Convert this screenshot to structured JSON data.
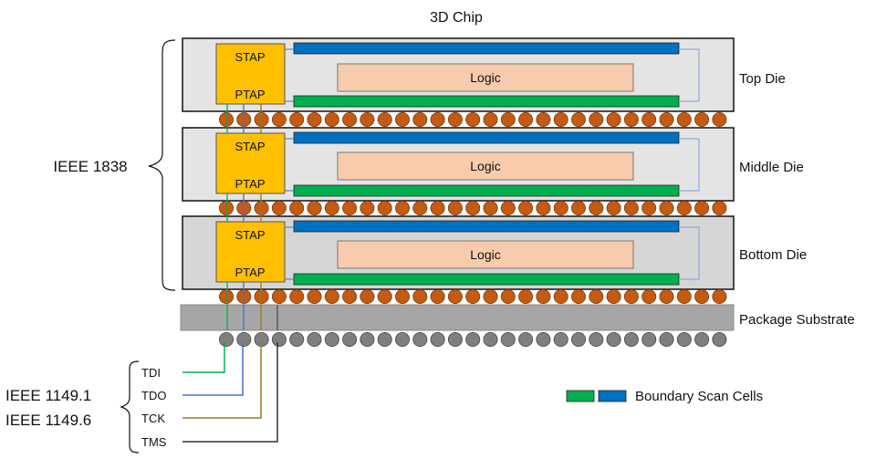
{
  "title": "3D Chip",
  "dies": [
    {
      "name": "Top Die",
      "stap": "STAP",
      "ptap": "PTAP",
      "logic": "Logic"
    },
    {
      "name": "Middle Die",
      "stap": "STAP",
      "ptap": "PTAP",
      "logic": "Logic"
    },
    {
      "name": "Bottom Die",
      "stap": "STAP",
      "ptap": "PTAP",
      "logic": "Logic"
    }
  ],
  "substrate_label": "Package Substrate",
  "bracket_label": "IEEE 1838",
  "signals": [
    "TDI",
    "TDO",
    "TCK",
    "TMS"
  ],
  "standards": [
    "IEEE 1149.1",
    "IEEE 1149.6"
  ],
  "legend_label": "Boundary Scan Cells",
  "colors": {
    "die_fill": "#e4e4e4",
    "bottom_die_fill": "#d6d6d6",
    "tap_fill": "#ffc000",
    "logic_fill": "#f8cbad",
    "scan_blue": "#0070c0",
    "scan_green": "#00b050",
    "bump_copper": "#c55a11",
    "bump_grey": "#7f7f7f",
    "substrate": "#a6a6a6",
    "tdi_wire": "#00b050",
    "tdo_wire": "#4472c4",
    "tck_wire": "#9c7a1a",
    "tms_wire": "#333333"
  }
}
